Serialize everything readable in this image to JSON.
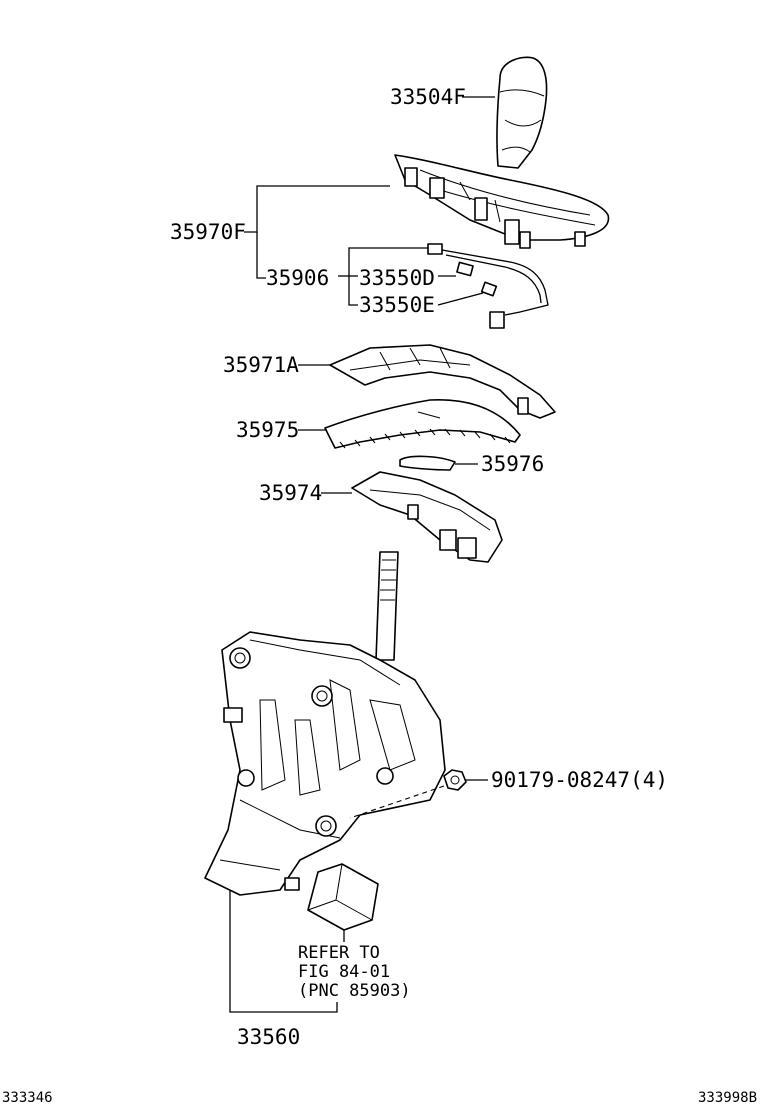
{
  "parts": {
    "knob": "33504F",
    "panel": "35970F",
    "wire_harness": "35906",
    "bulb_d": "33550D",
    "bulb_e": "33550E",
    "slide_plate": "35971A",
    "dust_cover": "35975",
    "plate": "35976",
    "housing": "35974",
    "nut": "90179-08247(4)",
    "shift_lever_assy": "33560"
  },
  "note": {
    "line1": "REFER TO",
    "line2": "FIG 84-01",
    "line3": "(PNC 85903)"
  },
  "footer": {
    "left_code": "333346",
    "right_code": "333998B"
  }
}
